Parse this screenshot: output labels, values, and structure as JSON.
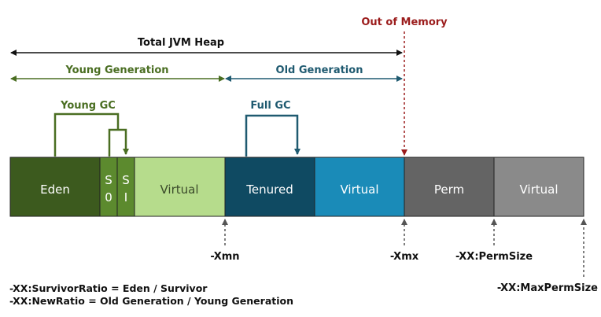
{
  "heap": {
    "total_label": "Total  JVM Heap",
    "out_of_memory_label": "Out of Memory",
    "young_generation_label": "Young Generation",
    "old_generation_label": "Old Generation",
    "young_gc_label": "Young GC",
    "full_gc_label": "Full GC"
  },
  "segments": {
    "eden": "Eden",
    "s0_top": "S",
    "s0_bottom": "0",
    "s1_top": "S",
    "s1_bottom": "I",
    "young_virtual": "Virtual",
    "tenured": "Tenured",
    "old_virtual": "Virtual",
    "perm": "Perm",
    "perm_virtual": "Virtual"
  },
  "markers": {
    "xmn": "-Xmn",
    "xmx": "-Xmx",
    "perm_size": "-XX:PermSize",
    "max_perm_size": "-XX:MaxPermSize"
  },
  "notes": {
    "survivor_ratio": "-XX:SurvivorRatio = Eden / Survivor",
    "new_ratio": "-XX:NewRatio = Old Generation / Young Generation"
  },
  "colors": {
    "eden": "#3c5a1e",
    "survivor": "#5c8a2e",
    "young_virtual": "#b6dc8c",
    "tenured": "#0f4a62",
    "old_virtual": "#1a8bb8",
    "perm": "#646464",
    "perm_virtual": "#8a8a8a",
    "young_line": "#4a6e22",
    "old_line": "#1f5a70",
    "out_of_memory": "#9b1c1c"
  }
}
